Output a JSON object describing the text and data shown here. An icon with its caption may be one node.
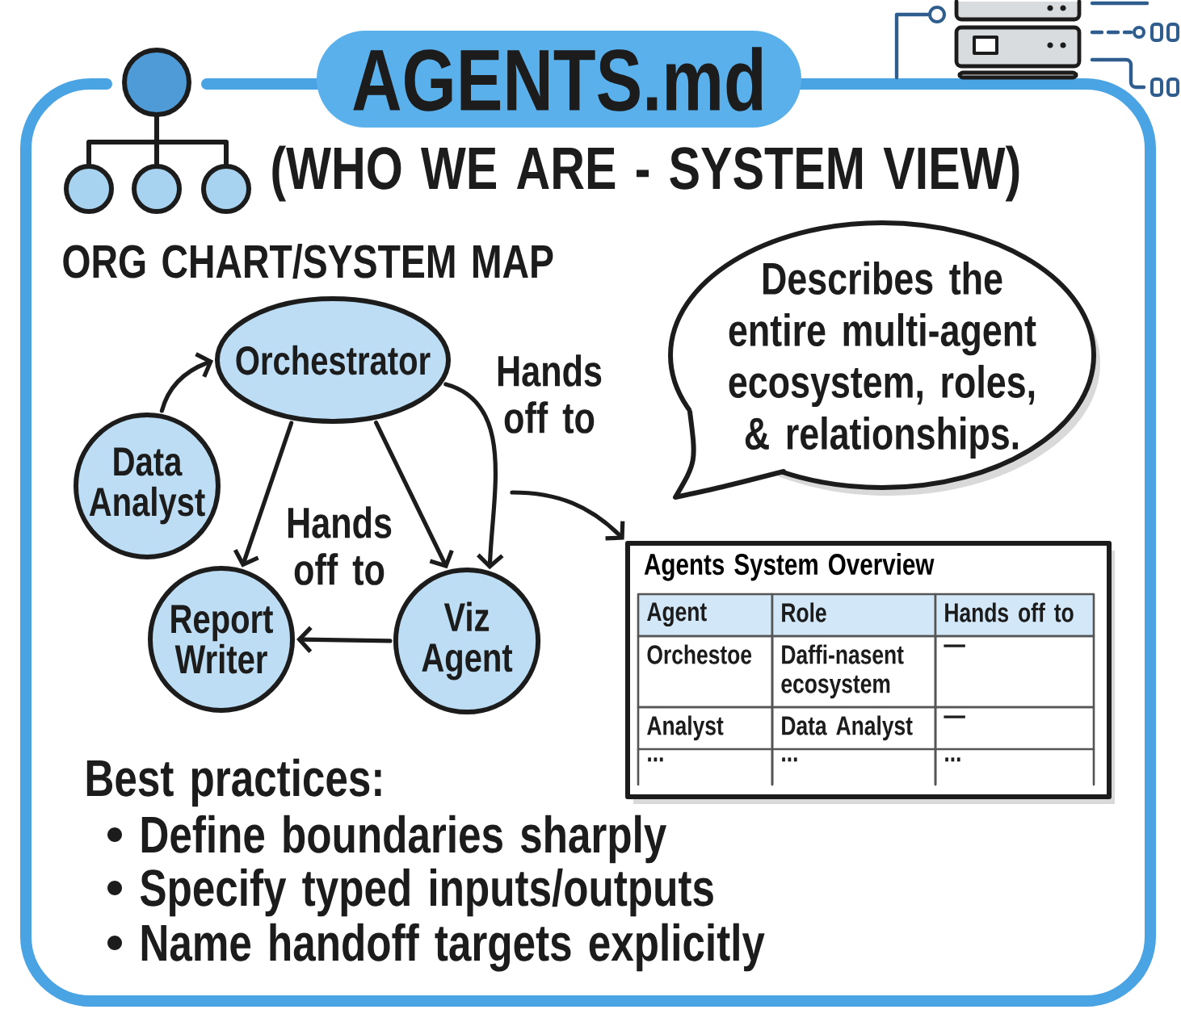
{
  "diagram": {
    "title": "AGENTS.md",
    "nodes": [
      {
        "text": [
          "Orchestrator"
        ]
      },
      {
        "text": [
          "Data Analyst"
        ]
      },
      {
        "text": [
          "Report Writer"
        ]
      },
      {
        "text": [
          "Viz Agent"
        ]
      },
      {
        "text": [
          "Describes the entire multi-agent ecosystem, roles, & relationships."
        ]
      },
      {
        "text": [
          "Agents System Overview"
        ]
      }
    ],
    "edges": [
      {
        "from": 1,
        "to": 0,
        "arrow": "to"
      },
      {
        "from": 0,
        "to": 2,
        "arrow": "to"
      },
      {
        "from": 0,
        "to": 3,
        "arrow": "to"
      },
      {
        "from": 0,
        "to": 3,
        "arrow": "to",
        "label": "Hands off to"
      },
      {
        "from": 3,
        "to": 2,
        "arrow": "to",
        "label": "Hands off to"
      },
      {
        "from": null,
        "to": 5,
        "arrow": "to"
      }
    ],
    "labels": [
      "(WHO WE ARE - SYSTEM VIEW)",
      "ORG CHART/SYSTEM MAP",
      "Agent",
      "Role",
      "Hands off to",
      "Orchestoe",
      "Daffi-nasent ecosystem",
      "—",
      "Analyst",
      "Data Analyst",
      "—",
      "...",
      "...",
      "...",
      "Best practices:",
      "Define boundaries sharply",
      "Specify typed inputs/outputs",
      "Name handoff targets explicitly"
    ]
  }
}
